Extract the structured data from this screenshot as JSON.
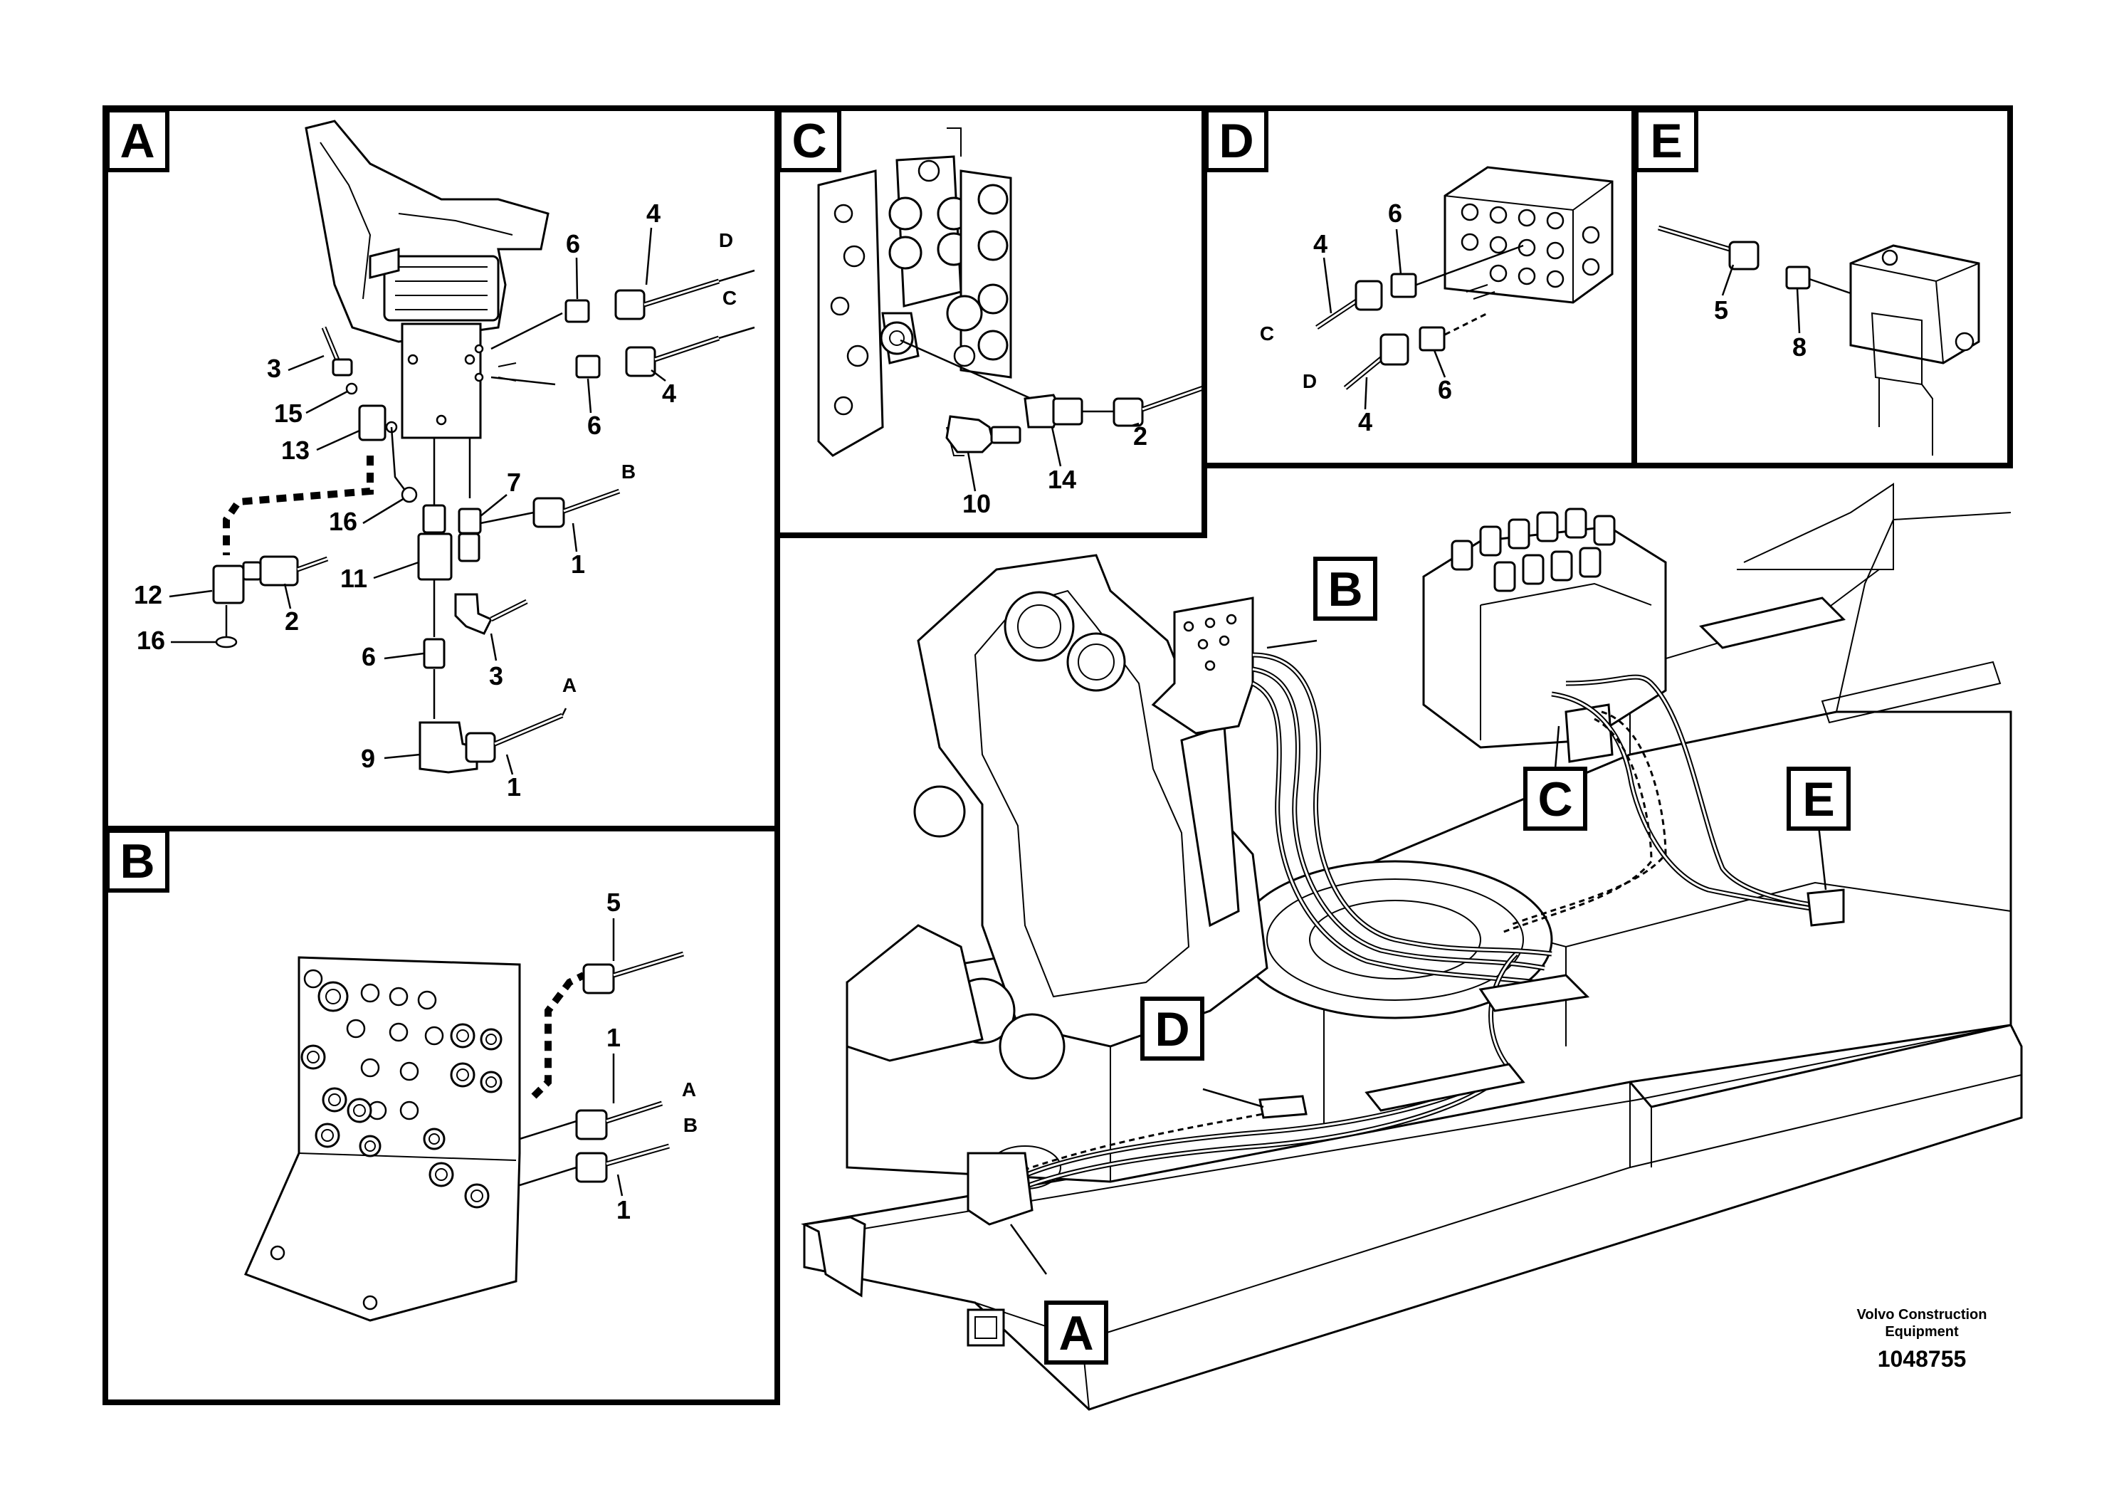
{
  "panels": {
    "A": "A",
    "B": "B",
    "C": "C",
    "D": "D",
    "E": "E"
  },
  "overview_tags": {
    "A": "A",
    "B": "B",
    "C": "C",
    "D": "D",
    "E": "E"
  },
  "callouts_a": {
    "p1": "1",
    "p1b": "1",
    "p2": "2",
    "p3": "3",
    "p3b": "3",
    "p4": "4",
    "p4b": "4",
    "p6": "6",
    "p6b": "6",
    "p6c": "6",
    "p7": "7",
    "p9": "9",
    "p11": "11",
    "p12": "12",
    "p13": "13",
    "p15": "15",
    "p16": "16",
    "p16b": "16",
    "endA": "A",
    "endB": "B",
    "endC": "C",
    "endD": "D"
  },
  "callouts_b": {
    "p5": "5",
    "p1": "1",
    "p1b": "1",
    "endA": "A",
    "endB": "B"
  },
  "callouts_c": {
    "p2": "2",
    "p10": "10",
    "p14": "14"
  },
  "callouts_d": {
    "p4": "4",
    "p4b": "4",
    "p6": "6",
    "p6b": "6",
    "endC": "C",
    "endD": "D"
  },
  "callouts_e": {
    "p5": "5",
    "p8": "8"
  },
  "footer": {
    "brand_line1": "Volvo Construction",
    "brand_line2": "Equipment",
    "drawing_number": "1048755"
  },
  "colors": {
    "ink": "#000000",
    "paper": "#ffffff"
  }
}
